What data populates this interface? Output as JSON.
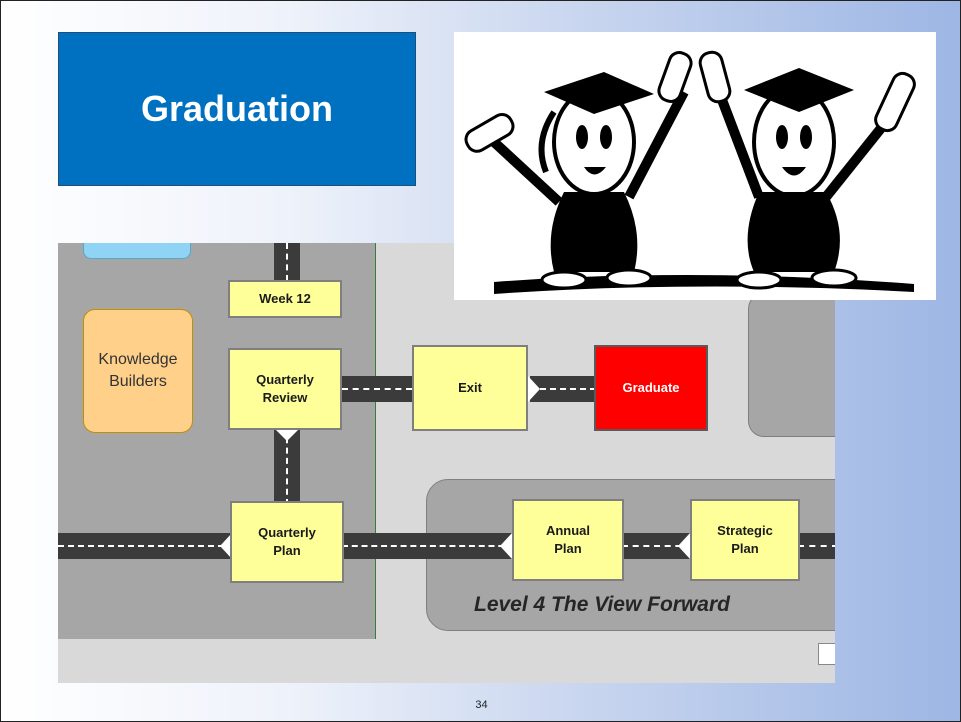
{
  "title": "Graduation",
  "map": {
    "knowledge_builders": "Knowledge\nBuilders",
    "nodes": {
      "week12": "Week 12",
      "quarterly_review": "Quarterly\nReview",
      "exit": "Exit",
      "graduate": "Graduate",
      "quarterly_plan": "Quarterly\nPlan",
      "annual_plan": "Annual\nPlan",
      "strategic_plan": "Strategic\nPlan"
    },
    "level_label": "Level 4  The View Forward"
  },
  "picture": {
    "icon": "graduates-celebrating-clipart"
  },
  "page_number": "34",
  "colors": {
    "title_bg": "#0070c0",
    "node_fill": "#ffff99",
    "graduate_fill": "#ff0000",
    "road": "#3b3b3b"
  }
}
